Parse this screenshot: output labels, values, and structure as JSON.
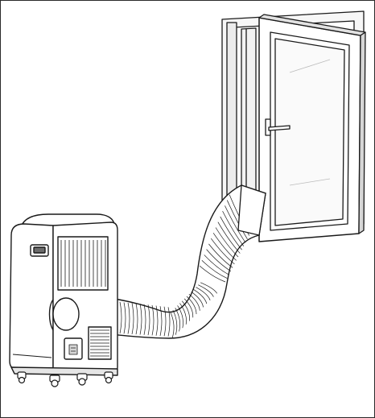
{
  "figure": {
    "description_visible_text": "",
    "objects": [
      "portable-air-conditioner",
      "exhaust-hose",
      "open-window"
    ],
    "colors": {
      "line": "#1a1a1a",
      "fill": "#ffffff",
      "shade": "#d6d6d6",
      "dark": "#6b6b6b"
    }
  }
}
